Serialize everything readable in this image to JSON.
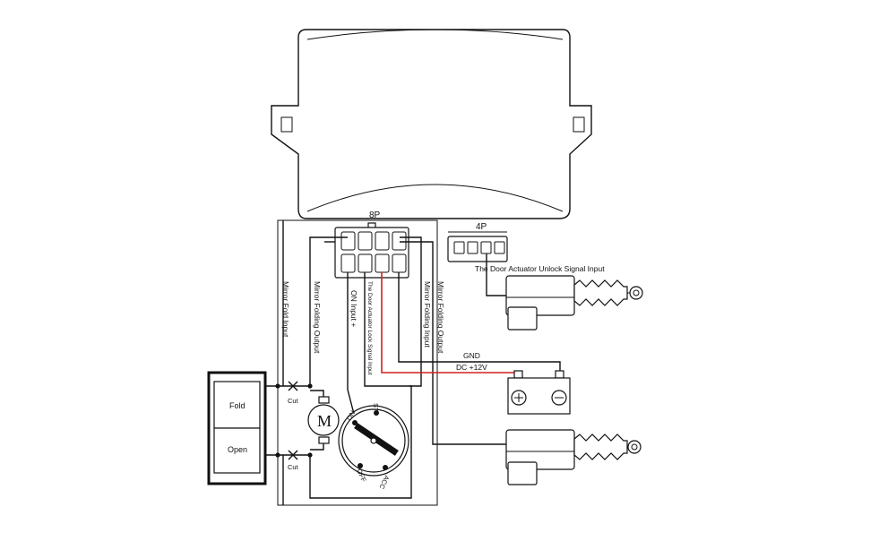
{
  "connector_8p": {
    "label": "8P"
  },
  "connector_4p": {
    "label": "4P"
  },
  "wires": {
    "mirror_fold_input": "Mirror Fold Input",
    "mirror_folding_output_1": "Mirror Folding Output",
    "on_input": "ON Input  +",
    "door_actuator_lock": "The Door Actuator Lock Signal Input",
    "mirror_folding_input_2": "Mirror Folding Input",
    "mirror_folding_output_2": "Mirror Folding Output",
    "unlock_signal": "The Door Actuator Unlock Signal Input",
    "gnd": "GND",
    "dc_12v": "DC +12V"
  },
  "switch_panel": {
    "fold": "Fold",
    "open": "Open"
  },
  "cut_labels": [
    "Cut",
    "Cut"
  ],
  "motor": {
    "label": "M"
  },
  "ignition": {
    "off": "OFF",
    "acc": "ACC",
    "on": "ON",
    "st": "ST"
  },
  "colors": {
    "line": "#111111",
    "power_wire": "#d42020",
    "background": "#ffffff"
  }
}
